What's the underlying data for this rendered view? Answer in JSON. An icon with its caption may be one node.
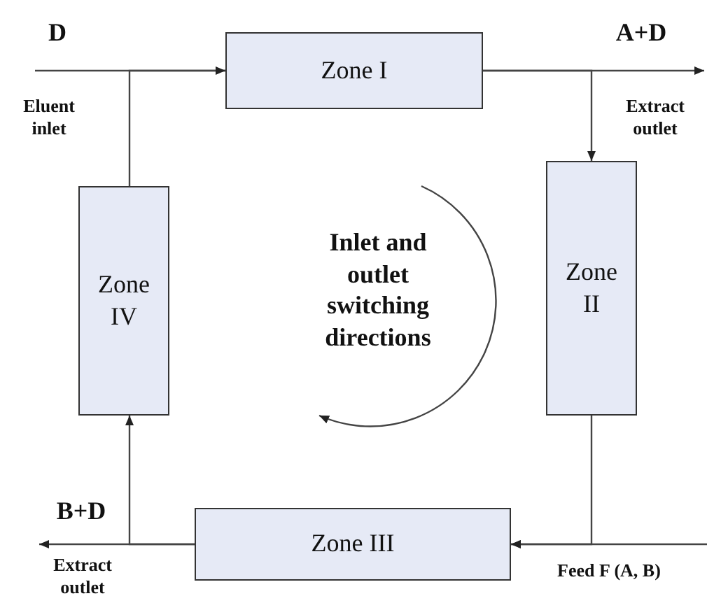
{
  "diagram": {
    "nodes": [
      {
        "text": [
          "Zone I"
        ]
      },
      {
        "text": [
          "Zone II"
        ]
      },
      {
        "text": [
          "Zone III"
        ]
      },
      {
        "text": [
          "Zone IV"
        ]
      },
      {
        "text": [
          "Extract outlet"
        ]
      }
    ],
    "edges": [
      {
        "from": null,
        "to": 0,
        "arrow": "none"
      },
      {
        "from": 0,
        "to": null,
        "arrow": "to"
      },
      {
        "from": 0,
        "to": 1,
        "arrow": "to"
      },
      {
        "from": 1,
        "to": 2,
        "arrow": "to"
      },
      {
        "from": null,
        "to": 2,
        "arrow": "to"
      },
      {
        "from": 2,
        "to": 4,
        "arrow": "to"
      },
      {
        "from": 2,
        "to": 3,
        "arrow": "to"
      },
      {
        "from": 3,
        "to": 0,
        "arrow": "to"
      }
    ],
    "labels": [
      "D",
      "A+D",
      "Eluent inlet",
      "Extract outlet",
      "Inlet and outlet switching directions",
      "B+D",
      "Feed F (A, B)"
    ]
  }
}
